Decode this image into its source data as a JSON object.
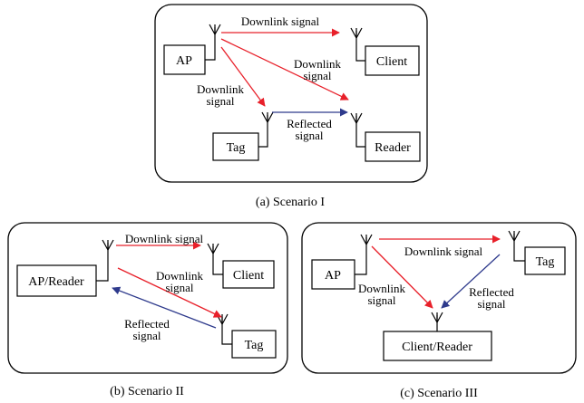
{
  "colors": {
    "downlink_arrow": "#e8202a",
    "reflected_arrow": "#2e3a8c",
    "outline": "#000000"
  },
  "scenario1": {
    "caption": "(a) Scenario I",
    "nodes": {
      "ap": "AP",
      "client": "Client",
      "tag": "Tag",
      "reader": "Reader"
    },
    "labels": {
      "downlink_top": "Downlink signal",
      "downlink_right_1": "Downlink",
      "downlink_right_2": "signal",
      "downlink_left_1": "Downlink",
      "downlink_left_2": "signal",
      "reflected_1": "Reflected",
      "reflected_2": "signal"
    }
  },
  "scenario2": {
    "caption": "(b)  Scenario II",
    "nodes": {
      "ap_reader": "AP/Reader",
      "client": "Client",
      "tag": "Tag"
    },
    "labels": {
      "downlink_top": "Downlink signal",
      "downlink_mid_1": "Downlink",
      "downlink_mid_2": "signal",
      "reflected_1": "Reflected",
      "reflected_2": "signal"
    }
  },
  "scenario3": {
    "caption": "(c)  Scenario III",
    "nodes": {
      "ap": "AP",
      "tag": "Tag",
      "client_reader": "Client/Reader"
    },
    "labels": {
      "downlink_top": "Downlink signal",
      "downlink_left_1": "Downlink",
      "downlink_left_2": "signal",
      "reflected_1": "Reflected",
      "reflected_2": "signal"
    }
  }
}
